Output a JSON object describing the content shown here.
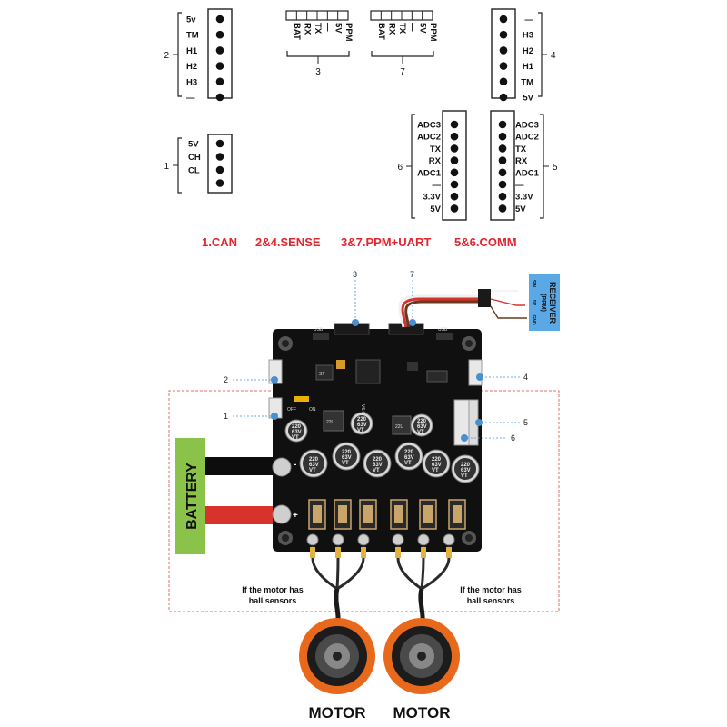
{
  "connectors": {
    "c2": {
      "number": "2",
      "pins": [
        "5v",
        "TM",
        "H1",
        "H2",
        "H3",
        "—"
      ]
    },
    "c1": {
      "number": "1",
      "pins": [
        "5V",
        "CH",
        "CL",
        "—"
      ]
    },
    "c3": {
      "number": "3",
      "pins": [
        "BAT",
        "RX",
        "TX",
        "—",
        "5V",
        "PPM"
      ]
    },
    "c7": {
      "number": "7",
      "pins": [
        "BAT",
        "RX",
        "TX",
        "—",
        "5V",
        "PPM"
      ]
    },
    "c4": {
      "number": "4",
      "pins": [
        "—",
        "H3",
        "H2",
        "H1",
        "TM",
        "5V"
      ]
    },
    "c6": {
      "number": "6",
      "pins": [
        "ADC3",
        "ADC2",
        "TX",
        "RX",
        "ADC1",
        "—",
        "3.3V",
        "5V"
      ]
    },
    "c5": {
      "number": "5",
      "pins": [
        "ADC3",
        "ADC2",
        "TX",
        "RX",
        "ADC1",
        "—",
        "3.3V",
        "5V"
      ]
    }
  },
  "legend": {
    "can": "1.CAN",
    "sense": "2&4.SENSE",
    "ppm_uart": "3&7.PPM+UART",
    "comm": "5&6.COMM"
  },
  "callouts": {
    "n1": "1",
    "n2": "2",
    "n3": "3",
    "n4": "4",
    "n5": "5",
    "n6": "6",
    "n7": "7"
  },
  "receiver": {
    "title": "RECEIVER",
    "subtitle": "(PPM)",
    "pins": [
      "SIN",
      "5V",
      "GND"
    ]
  },
  "battery": {
    "label": "BATTERY",
    "minus": "-",
    "plus": "+"
  },
  "board": {
    "version": "V6.6-D",
    "off": "OFF",
    "on": "ON",
    "usb": "USB",
    "cap_big": [
      "220",
      "63V",
      "VT"
    ],
    "cap_small": [
      "220",
      "63V",
      "VT"
    ],
    "chip": "ST",
    "inductor": "22U"
  },
  "hall_note": {
    "left": [
      "If the motor has",
      "hall  sensors"
    ],
    "right": [
      "If the motor has",
      "hall  sensors"
    ]
  },
  "motors": [
    "MOTOR",
    "MOTOR"
  ],
  "colors": {
    "legend": "#e0262e",
    "battery": "#8bc34a",
    "receiver": "#5aa9e6",
    "motor_ring": "#e9691c",
    "dashed": "#e07060",
    "pcb": "#101010"
  }
}
